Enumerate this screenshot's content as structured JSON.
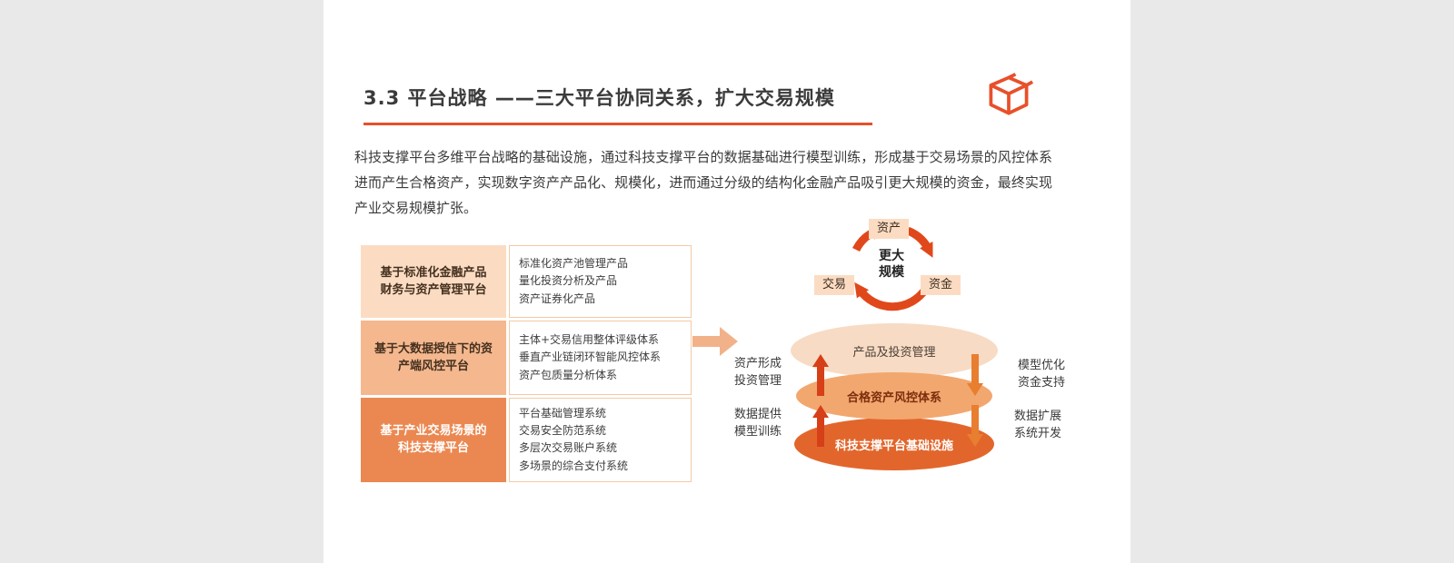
{
  "colors": {
    "accent": "#e8502a",
    "deep_orange": "#e2662c",
    "mid_orange": "#f2a76f",
    "light_peach": "#fbdcc3",
    "red_arrow": "#d63f17",
    "orange_arrow": "#e87e2f",
    "background": "#e9e9e9"
  },
  "icons": {
    "logo": "open-box-logo",
    "flow_arrow": "right-block-arrow",
    "cycle_arrows": "circular-arrows",
    "up_arrow": "up-block-arrow",
    "down_arrow": "down-block-arrow"
  },
  "header": {
    "title": "3.3 平台战略 ——三大平台协同关系，扩大交易规模"
  },
  "intro": "科技支撑平台多维平台战略的基础设施，通过科技支撑平台的数据基础进行模型训练，形成基于交易场景的风控体系进而产生合格资产，实现数字资产产品化、规模化，进而通过分级的结构化金融产品吸引更大规模的资金，最终实现产业交易规模扩张。",
  "platform_table": {
    "rows": [
      {
        "header": "基于标准化金融产品\n财务与资产管理平台",
        "items": [
          "标准化资产池管理产品",
          "量化投资分析及产品",
          "资产证券化产品"
        ]
      },
      {
        "header": "基于大数据授信下的资\n产端风控平台",
        "items": [
          "主体+交易信用整体评级体系",
          "垂直产业链闭环智能风控体系",
          "资产包质量分析体系"
        ]
      },
      {
        "header": "基于产业交易场景的\n科技支撑平台",
        "items": [
          "平台基础管理系统",
          "交易安全防范系统",
          "多层次交易账户系统",
          "多场景的综合支付系统"
        ]
      }
    ]
  },
  "cycle": {
    "top": "资产",
    "left": "交易",
    "right": "资金",
    "center": "更大\n规模"
  },
  "stack": {
    "layers": [
      "产品及投资管理",
      "合格资产风控体系",
      "科技支撑平台基础设施"
    ],
    "labels": {
      "left_top": "资产形成\n投资管理",
      "left_bottom": "数据提供\n模型训练",
      "right_top": "模型优化\n资金支持",
      "right_bottom": "数据扩展\n系统开发"
    }
  }
}
